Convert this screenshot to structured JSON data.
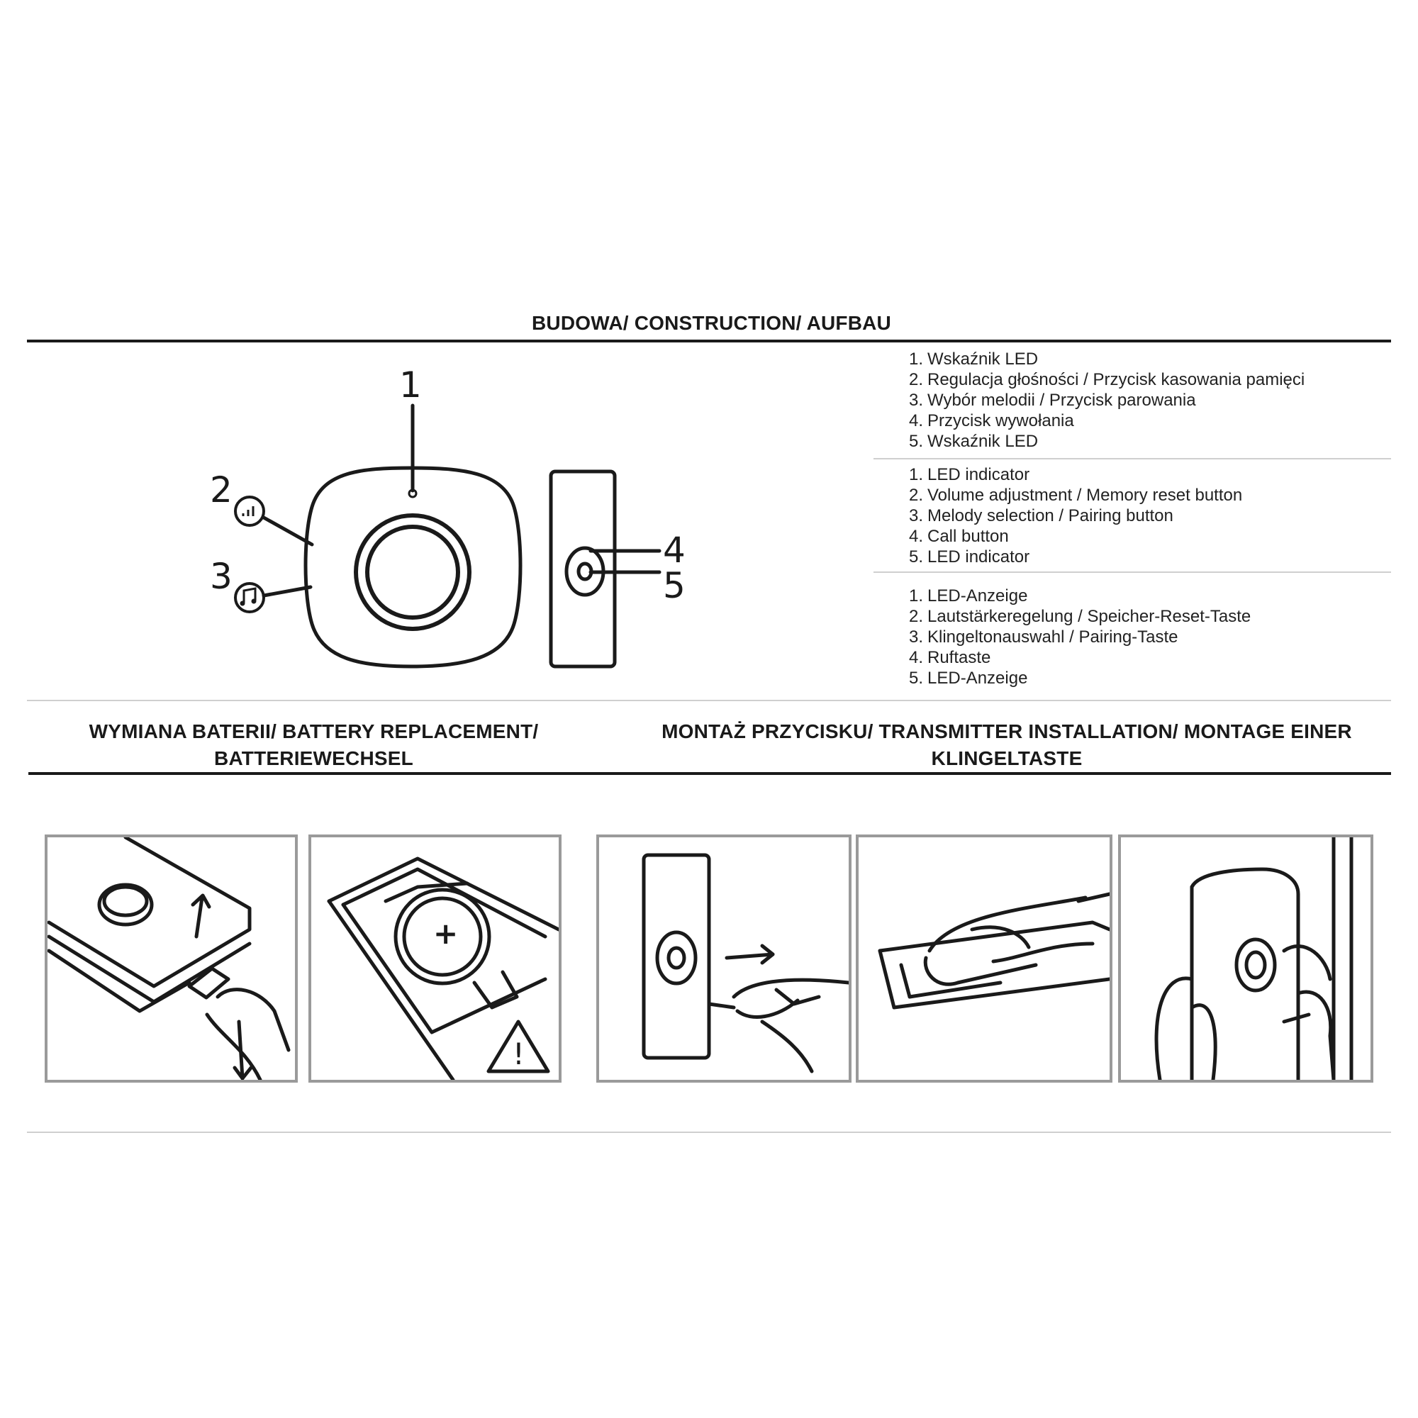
{
  "construction": {
    "heading": "BUDOWA/ CONSTRUCTION/ AUFBAU",
    "callouts": [
      "1",
      "2",
      "3",
      "4",
      "5"
    ],
    "lists": [
      {
        "lang": "pl",
        "items": [
          {
            "num": "1.",
            "text": "Wskaźnik LED"
          },
          {
            "num": "2.",
            "text": "Regulacja głośności / Przycisk kasowania pamięci"
          },
          {
            "num": "3.",
            "text": "Wybór melodii / Przycisk parowania"
          },
          {
            "num": "4.",
            "text": "Przycisk wywołania"
          },
          {
            "num": "5.",
            "text": "Wskaźnik LED"
          }
        ]
      },
      {
        "lang": "en",
        "items": [
          {
            "num": "1.",
            "text": "LED indicator"
          },
          {
            "num": "2.",
            "text": "Volume adjustment / Memory reset button"
          },
          {
            "num": "3.",
            "text": "Melody selection / Pairing button"
          },
          {
            "num": "4.",
            "text": "Call button"
          },
          {
            "num": "5.",
            "text": "LED indicator"
          }
        ]
      },
      {
        "lang": "de",
        "items": [
          {
            "num": "1.",
            "text": "LED-Anzeige"
          },
          {
            "num": "2.",
            "text": "Lautstärkeregelung / Speicher-Reset-Taste"
          },
          {
            "num": "3.",
            "text": "Klingeltonauswahl / Pairing-Taste"
          },
          {
            "num": "4.",
            "text": "Ruftaste"
          },
          {
            "num": "5.",
            "text": "LED-Anzeige"
          }
        ]
      }
    ]
  },
  "battery": {
    "heading_line1": "WYMIANA BATERII/ BATTERY REPLACEMENT/",
    "heading_line2": "BATTERIEWECHSEL",
    "warning_symbol": "!",
    "battery_symbol": "+"
  },
  "installation": {
    "heading_line1": "MONTAŻ PRZYCISKU/ TRANSMITTER INSTALLATION/ MONTAGE EINER",
    "heading_line2": "KLINGELTASTE"
  },
  "icons": [
    "volume-icon",
    "music-note-icon",
    "warning-icon",
    "arrow-icon",
    "hand-icon",
    "screwdriver-icon"
  ]
}
